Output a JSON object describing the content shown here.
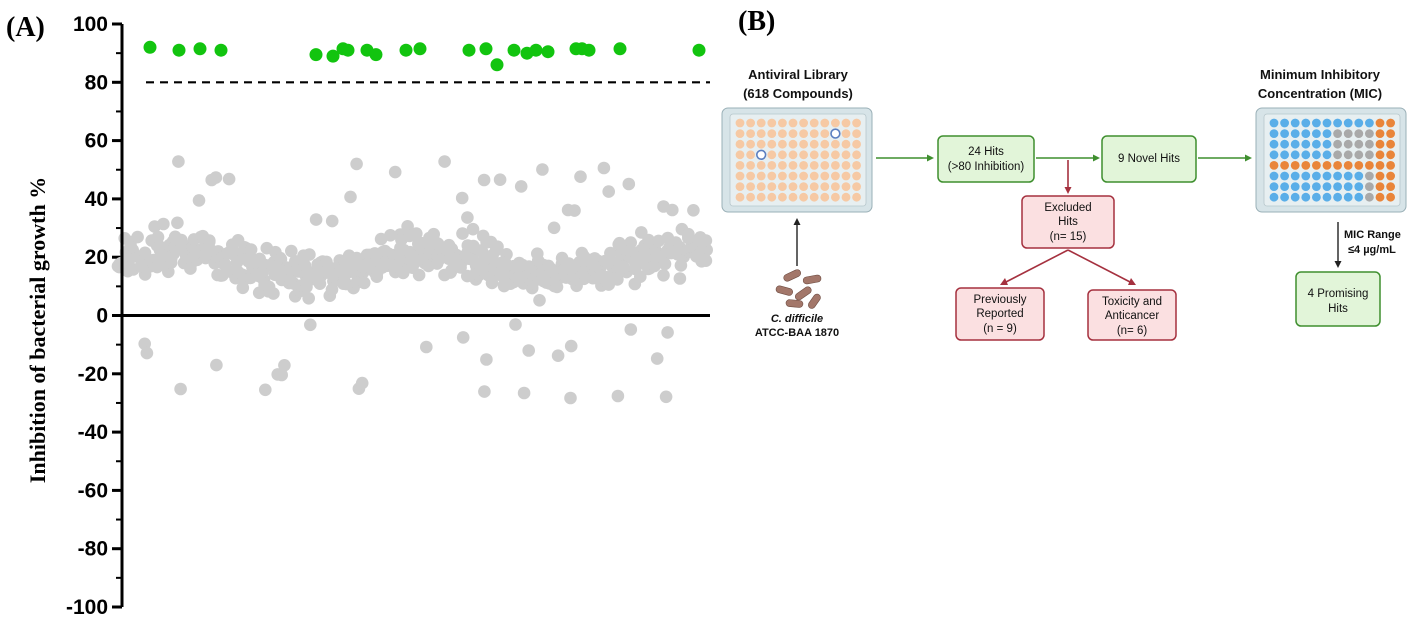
{
  "panels": {
    "a_label": "(A)",
    "b_label": "(B)"
  },
  "chart_data": {
    "type": "scatter",
    "ylabel": "Inhibition of bacterial growth %",
    "xlabel": "",
    "ylim": [
      -100,
      100
    ],
    "yticks": [
      100,
      80,
      60,
      40,
      20,
      0,
      -20,
      -40,
      -60,
      -80,
      -100
    ],
    "threshold": 80,
    "n_compounds": 618,
    "grid": false,
    "series": [
      {
        "color": "#12c40f",
        "values": [
          92,
          91,
          91.5,
          91,
          89.5,
          89,
          91.5,
          91,
          91,
          89.5,
          91,
          91.5,
          91,
          91.5,
          86,
          91,
          90,
          91,
          90.5,
          91.5,
          91.5,
          91,
          91.5,
          91
        ]
      },
      {
        "color": "#cdcdcd",
        "values": []
      }
    ]
  },
  "flowchart": {
    "library_title": "Antiviral Library",
    "library_subtitle": "(618 Compounds)",
    "mic_title": "Minimum Inhibitory",
    "mic_subtitle": "Concentration (MIC)",
    "organism_name": "C. difficile",
    "organism_strain": "ATCC-BAA 1870",
    "hits_line1": "24 Hits",
    "hits_line2": "(>80 Inhibition)",
    "novel_hits": "9 Novel Hits",
    "excluded_line1": "Excluded",
    "excluded_line2": "Hits",
    "excluded_line3": "(n= 15)",
    "previously_line1": "Previously",
    "previously_line2": "Reported",
    "previously_line3": "(n = 9)",
    "toxicity_line1": "Toxicity and",
    "toxicity_line2": "Anticancer",
    "toxicity_line3": "(n= 6)",
    "mic_range_line1": "MIC Range",
    "mic_range_line2": "≤4 µg/mL",
    "promising_line1": "4 Promising",
    "promising_line2": "Hits",
    "colors": {
      "plate_well_peach": "#f6c9a4",
      "plate_well_blue": "#5aaee8",
      "plate_well_orange": "#e9853a",
      "plate_well_gray": "#a9a9a9"
    }
  }
}
